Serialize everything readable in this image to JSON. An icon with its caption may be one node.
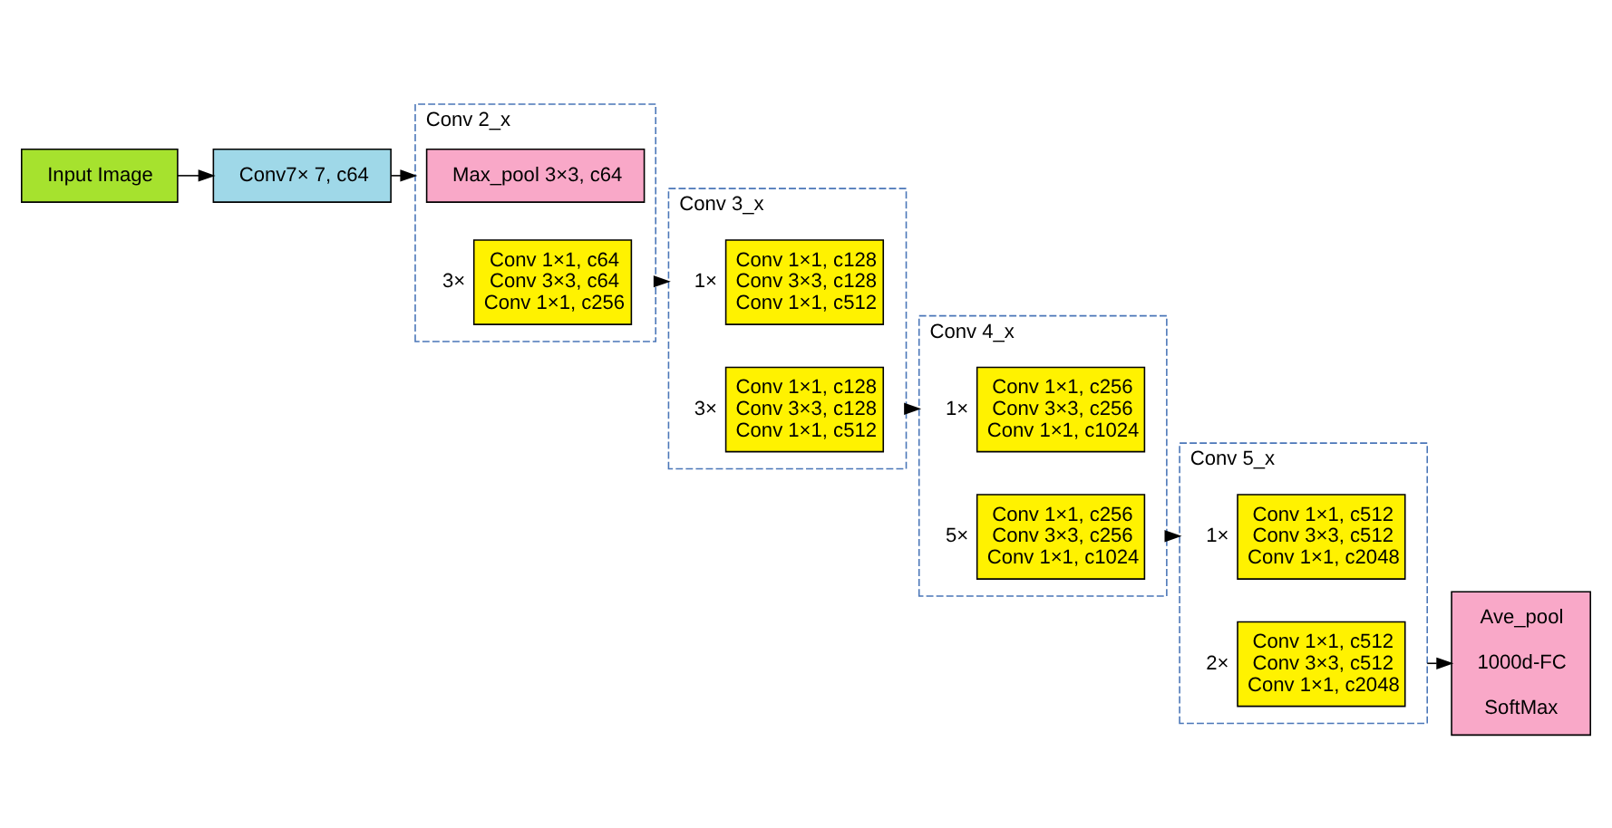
{
  "diagram": {
    "nodes": [
      {
        "text": [
          "Input Image"
        ]
      },
      {
        "text": [
          "Conv7× 7, c64"
        ]
      },
      {
        "text": [
          "Conv 2_x"
        ]
      },
      {
        "text": [
          "Max_pool 3×3, c64"
        ],
        "in": 2
      },
      {
        "text": [
          "Conv 1×1, c64",
          "Conv 3×3, c64",
          "Conv 1×1, c256"
        ],
        "beside": [
          "3×"
        ],
        "in": 2
      },
      {
        "text": [
          "Conv 3_x"
        ]
      },
      {
        "text": [
          "Conv 1×1, c128",
          "Conv 3×3, c128",
          "Conv 1×1, c512"
        ],
        "beside": [
          "1×"
        ],
        "in": 5
      },
      {
        "text": [
          "Conv 1×1, c128",
          "Conv 3×3, c128",
          "Conv 1×1, c512"
        ],
        "beside": [
          "3×"
        ],
        "in": 5
      },
      {
        "text": [
          "Conv 4_x"
        ]
      },
      {
        "text": [
          "Conv 1×1, c256",
          "Conv 3×3, c256",
          "Conv 1×1, c1024"
        ],
        "beside": [
          "1×"
        ],
        "in": 8
      },
      {
        "text": [
          "Conv 1×1, c256",
          "Conv 3×3, c256",
          "Conv 1×1, c1024"
        ],
        "beside": [
          "5×"
        ],
        "in": 8
      },
      {
        "text": [
          "Conv 5_x"
        ]
      },
      {
        "text": [
          "Conv 1×1, c512",
          "Conv 3×3, c512",
          "Conv 1×1, c2048"
        ],
        "beside": [
          "1×"
        ],
        "in": 11
      },
      {
        "text": [
          "Conv 1×1, c512",
          "Conv 3×3, c512",
          "Conv 1×1, c2048"
        ],
        "beside": [
          "2×"
        ],
        "in": 11
      },
      {
        "text": [
          "Ave_pool",
          "1000d-FC",
          "SoftMax"
        ]
      }
    ],
    "edges": [
      {
        "from": 0,
        "to": 1,
        "arrow": "to"
      },
      {
        "from": 1,
        "to": 2,
        "arrow": "to"
      },
      {
        "from": 2,
        "to": 5,
        "arrow": "to"
      },
      {
        "from": 5,
        "to": 8,
        "arrow": "to"
      },
      {
        "from": 8,
        "to": 11,
        "arrow": "to"
      },
      {
        "from": 11,
        "to": 14,
        "arrow": "to"
      }
    ]
  }
}
